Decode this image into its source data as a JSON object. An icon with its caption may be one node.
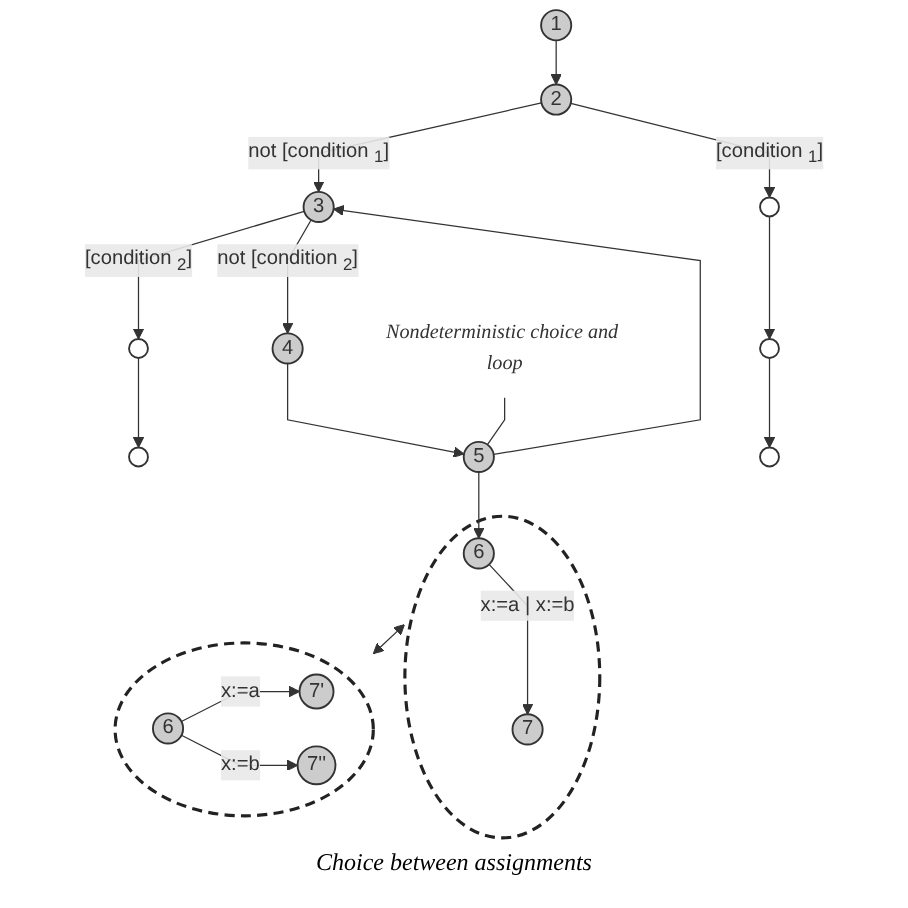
{
  "diagram": {
    "caption": "Choice between assignments",
    "nodes": [
      {
        "text": [
          "1"
        ]
      },
      {
        "text": [
          "2"
        ]
      },
      {
        "text": [
          "3"
        ]
      },
      {
        "text": [],
        "shape": "circle"
      },
      {
        "text": [],
        "shape": "circle"
      },
      {
        "text": [
          "4"
        ]
      },
      {
        "text": [],
        "shape": "circle"
      },
      {
        "text": [],
        "shape": "circle"
      },
      {
        "text": [
          "5"
        ]
      },
      {
        "text": [],
        "shape": "circle"
      },
      {
        "text": [
          "Nondeterministic choice and loop"
        ]
      },
      {
        "text": [],
        "shape": "circle"
      },
      {
        "text": [
          "6"
        ],
        "in": 11
      },
      {
        "text": [
          "7"
        ],
        "in": 11
      },
      {
        "text": [],
        "shape": "circle"
      },
      {
        "text": [
          "6"
        ],
        "in": 14
      },
      {
        "text": [
          "7'"
        ],
        "in": 14
      },
      {
        "text": [
          "7''"
        ],
        "in": 14
      }
    ],
    "edges": [
      {
        "from": 0,
        "to": 1,
        "arrow": "to"
      },
      {
        "from": 1,
        "to": 2,
        "arrow": "to",
        "label": "not [condition $_{1}$]"
      },
      {
        "from": 1,
        "to": 3,
        "arrow": "to",
        "label": "[condition $_{1}$]"
      },
      {
        "from": 2,
        "to": 4,
        "arrow": "to",
        "label": "[condition $_{2}$]"
      },
      {
        "from": 2,
        "to": 5,
        "arrow": "to",
        "label": "not [condition $_{2}$]"
      },
      {
        "from": 4,
        "to": 7,
        "arrow": "to"
      },
      {
        "from": 3,
        "to": 6,
        "arrow": "to"
      },
      {
        "from": 5,
        "to": 8,
        "arrow": "to"
      },
      {
        "from": 6,
        "to": 9,
        "arrow": "to"
      },
      {
        "from": 8,
        "to": 2,
        "arrow": "to"
      },
      {
        "from": 10,
        "to": 8,
        "arrow": "none"
      },
      {
        "from": 8,
        "to": 12,
        "arrow": "to"
      },
      {
        "from": 12,
        "to": 13,
        "arrow": "to",
        "label": "x:=a | x:=b"
      },
      {
        "from": 11,
        "to": 14,
        "arrow": "both"
      },
      {
        "from": 15,
        "to": 16,
        "arrow": "to",
        "label": "x:=a"
      },
      {
        "from": 15,
        "to": 17,
        "arrow": "to",
        "label": "x:=b"
      }
    ]
  }
}
